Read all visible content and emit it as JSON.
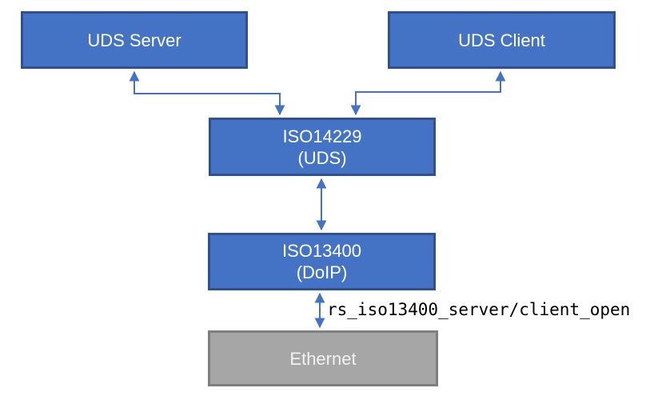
{
  "diagram": {
    "nodes": {
      "uds_server": {
        "label": "UDS Server"
      },
      "uds_client": {
        "label": "UDS Client"
      },
      "iso14229": {
        "label": "ISO14229\n(UDS)"
      },
      "iso13400": {
        "label": "ISO13400\n(DoIP)"
      },
      "ethernet": {
        "label": "Ethernet"
      }
    },
    "edge_label": "rs_iso13400_server/client_open",
    "colors": {
      "node_fill": "#4472c4",
      "node_border": "#2f528f",
      "ethernet_fill": "#a6a6a6",
      "ethernet_border": "#7f7f7f",
      "arrow": "#4472c4",
      "node_text": "#ffffff",
      "edge_label_text": "#000000",
      "background": "#ffffff"
    }
  }
}
